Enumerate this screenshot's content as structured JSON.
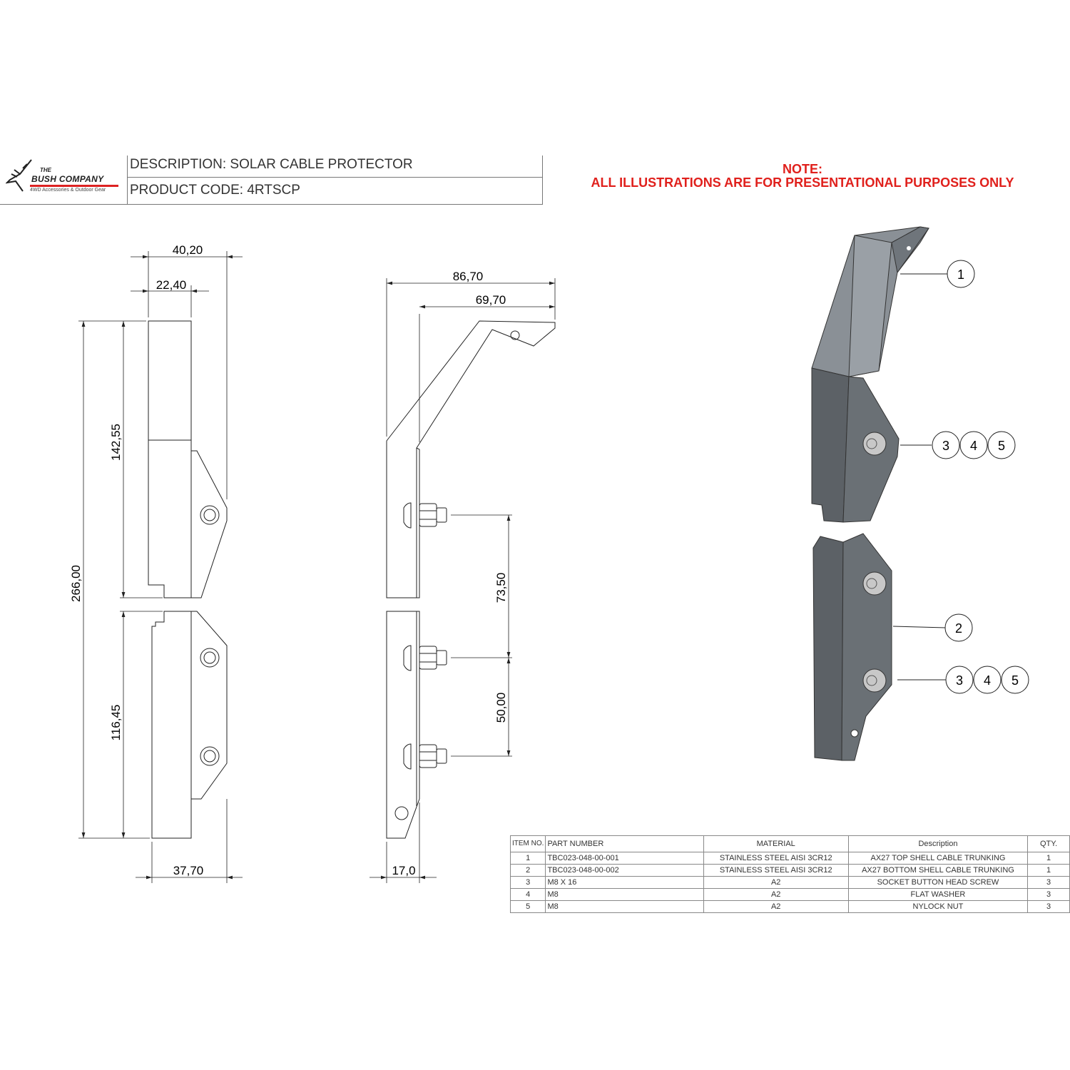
{
  "logo": {
    "the": "THE",
    "name": "BUSH COMPANY",
    "tagline": "4WD Accessories & Outdoor Gear"
  },
  "header": {
    "description": "DESCRIPTION: SOLAR CABLE PROTECTOR",
    "product_code": "PRODUCT CODE: 4RTSCP"
  },
  "note": {
    "title": "NOTE:",
    "text": "ALL ILLUSTRATIONS ARE FOR PRESENTATIONAL PURPOSES ONLY"
  },
  "front_view_dims": {
    "overall_width": "40,20",
    "inner_width": "22,40",
    "overall_height": "266,00",
    "top_height": "142,55",
    "bottom_height": "116,45",
    "bottom_width": "37,70"
  },
  "side_view_dims": {
    "overall_depth": "86,70",
    "top_depth": "69,70",
    "hole_spacing_1": "73,50",
    "hole_spacing_2": "50,00",
    "thickness": "17,0"
  },
  "balloons": {
    "b1": "1",
    "b2": "2",
    "b3": "3",
    "b4": "4",
    "b5": "5"
  },
  "bom": {
    "headers": {
      "item_no": "ITEM NO.",
      "part_number": "PART NUMBER",
      "material": "MATERIAL",
      "description": "Description",
      "qty": "QTY."
    },
    "rows": [
      {
        "item": "1",
        "part": "TBC023-048-00-001",
        "material": "STAINLESS STEEL AISI 3CR12",
        "description": "AX27 TOP SHELL CABLE TRUNKING",
        "qty": "1"
      },
      {
        "item": "2",
        "part": "TBC023-048-00-002",
        "material": "STAINLESS STEEL AISI 3CR12",
        "description": "AX27 BOTTOM SHELL CABLE TRUNKING",
        "qty": "1"
      },
      {
        "item": "3",
        "part": "M8 X 16",
        "material": "A2",
        "description": "SOCKET BUTTON HEAD SCREW",
        "qty": "3"
      },
      {
        "item": "4",
        "part": "M8",
        "material": "A2",
        "description": "FLAT WASHER",
        "qty": "3"
      },
      {
        "item": "5",
        "part": "M8",
        "material": "A2",
        "description": "NYLOCK NUT",
        "qty": "3"
      }
    ]
  },
  "colors": {
    "note_red": "#e0201c",
    "part_gray": "#5c6166"
  }
}
